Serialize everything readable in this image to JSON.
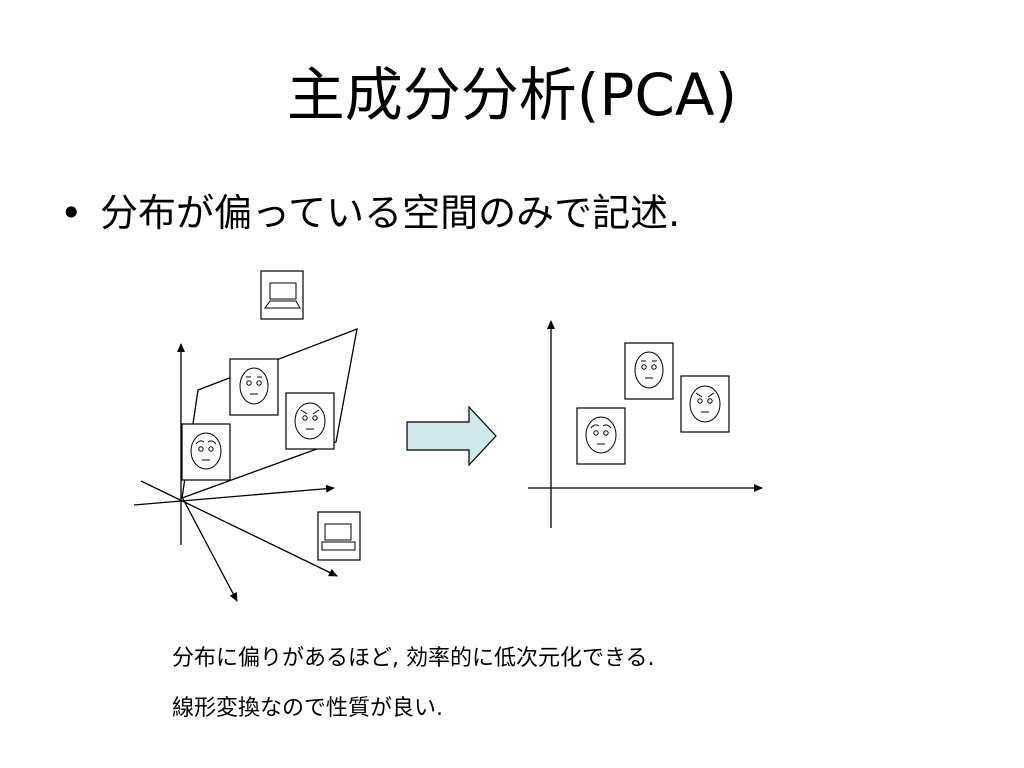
{
  "slide": {
    "title": "主成分分析(PCA)",
    "bullet_marker": "•",
    "bullet": "分布が偏っている空間のみで記述.",
    "notes": [
      "分布に偏りがあるほど, 効率的に低次元化できる.",
      "線形変換なので性質が良い."
    ]
  },
  "diagram": {
    "left_panel": {
      "items": [
        "laptop-icon",
        "face-icon",
        "face-icon",
        "face-icon",
        "laptop-icon"
      ]
    },
    "arrow_color": "#cfe8ea",
    "right_panel": {
      "items": [
        "face-icon",
        "face-icon",
        "face-icon"
      ]
    }
  }
}
